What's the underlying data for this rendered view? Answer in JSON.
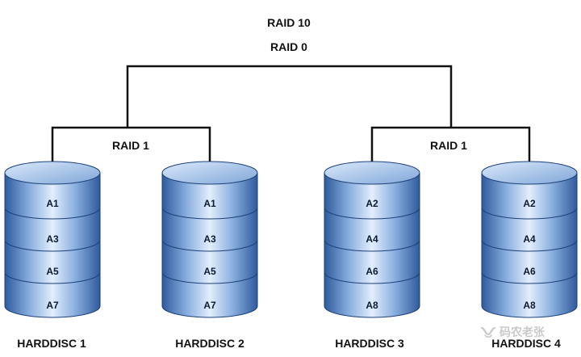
{
  "title": "RAID 10",
  "level0_label": "RAID 0",
  "mirror_labels": [
    "RAID 1",
    "RAID 1"
  ],
  "disks": [
    {
      "name": "HARDDISC 1",
      "blocks": [
        "A1",
        "A3",
        "A5",
        "A7"
      ]
    },
    {
      "name": "HARDDISC 2",
      "blocks": [
        "A1",
        "A3",
        "A5",
        "A7"
      ]
    },
    {
      "name": "HARDDISC 3",
      "blocks": [
        "A2",
        "A4",
        "A6",
        "A8"
      ]
    },
    {
      "name": "HARDDISC 4",
      "blocks": [
        "A2",
        "A4",
        "A6",
        "A8"
      ]
    }
  ],
  "watermark": {
    "text": "码农老张",
    "icon": "wechat-channel-icon"
  },
  "colors": {
    "disk_light": "#dbe9fb",
    "disk_mid": "#7fa6d8",
    "disk_dark": "#2f5a9c",
    "disk_edge": "#1d3f77",
    "line": "#111111"
  }
}
